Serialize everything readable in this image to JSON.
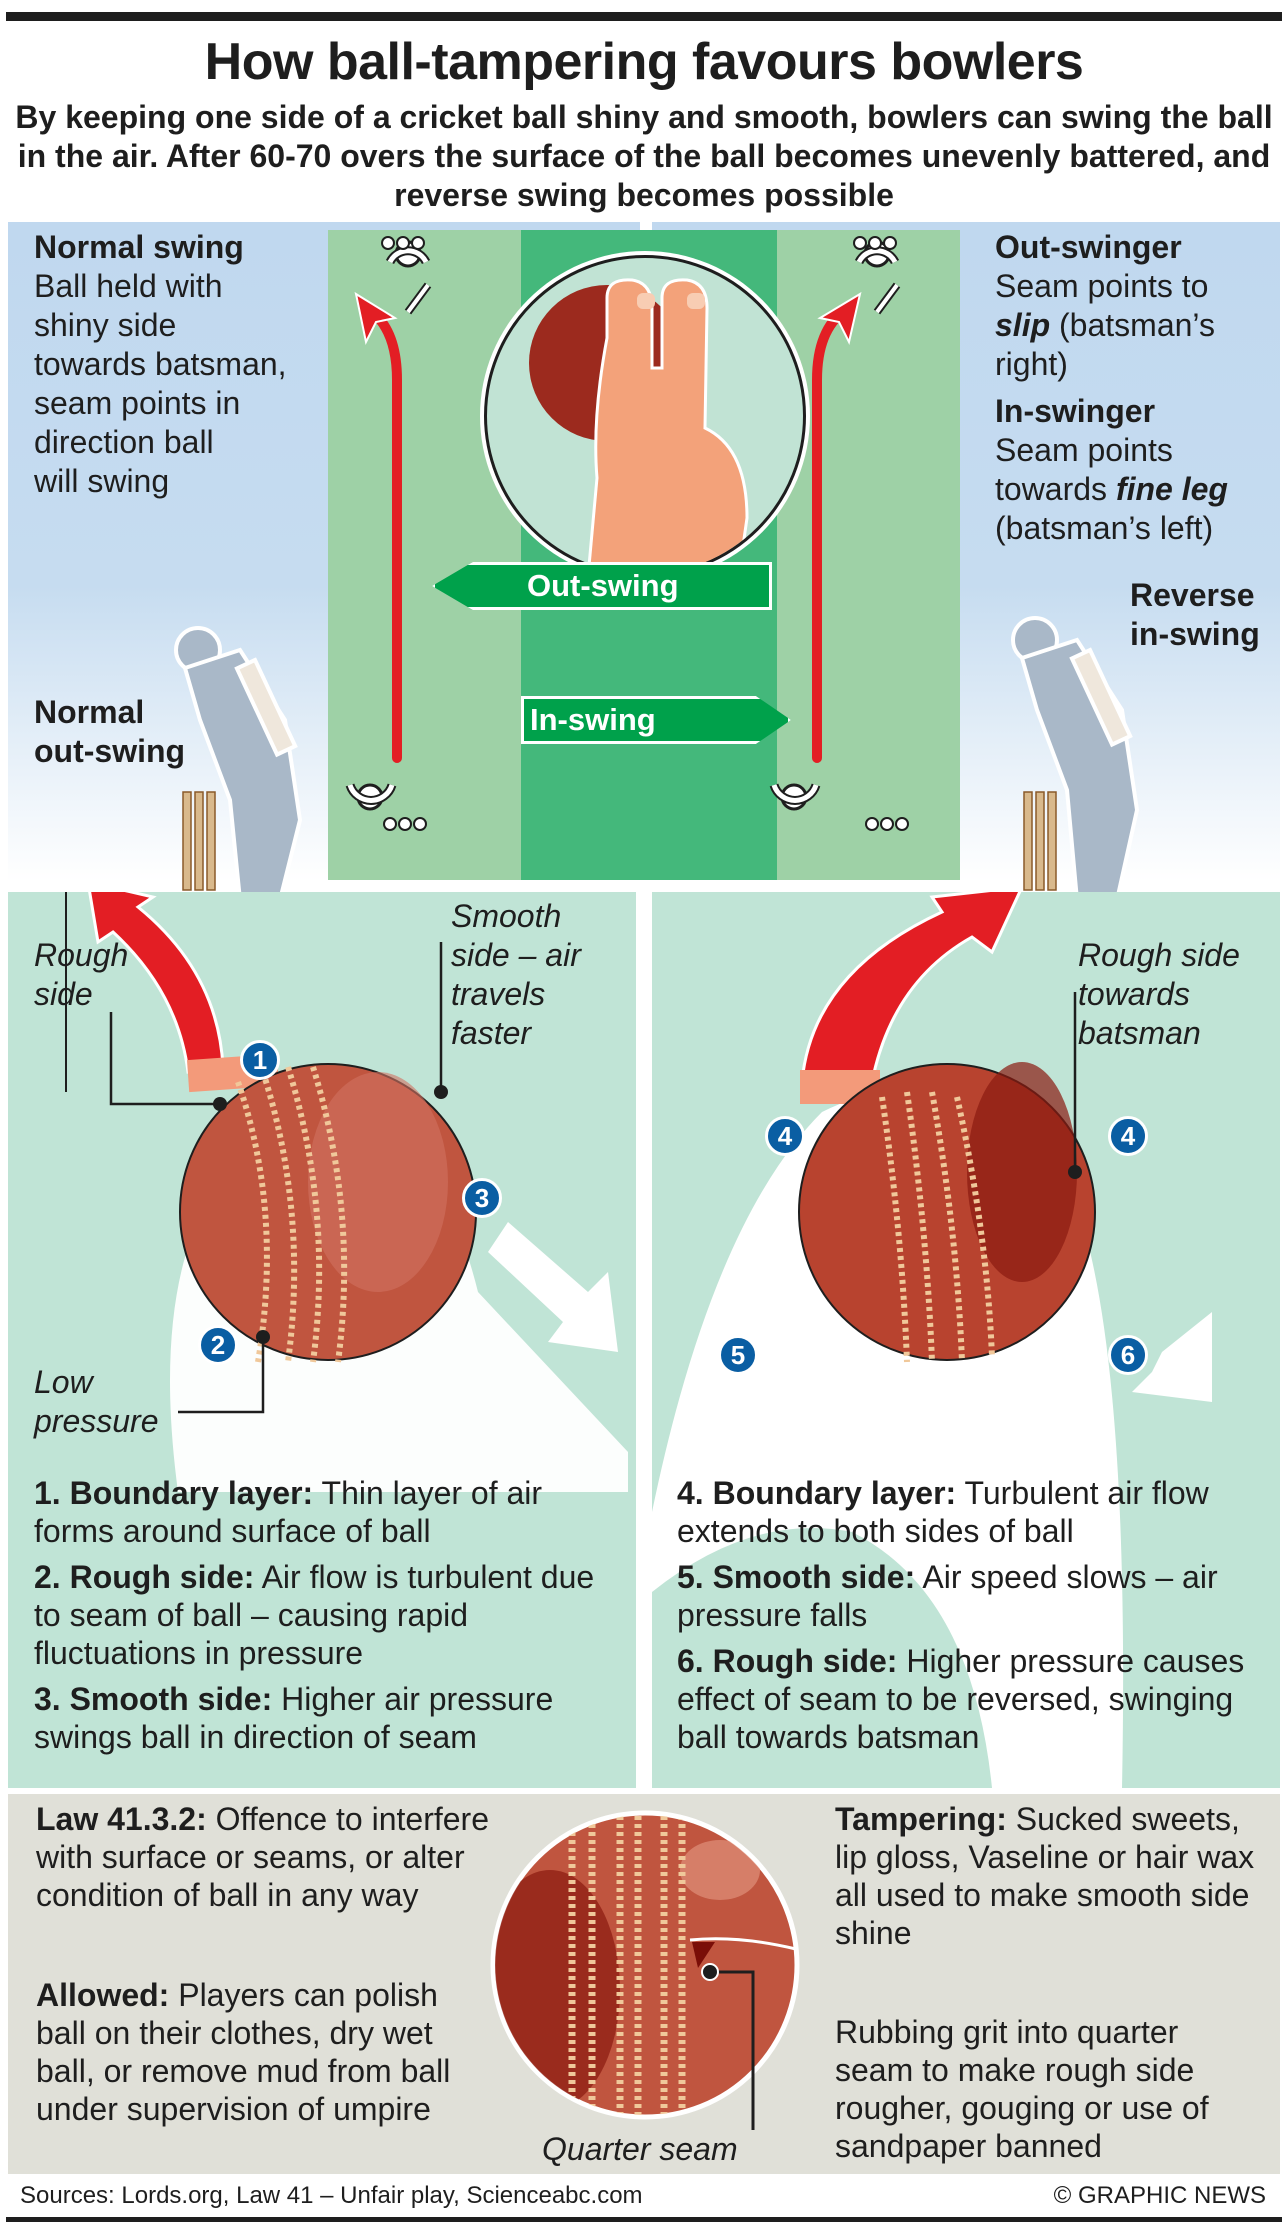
{
  "title": "How ball-tampering favours bowlers",
  "subtitle": "By keeping one side of a cricket ball shiny and smooth, bowlers can swing the ball in the air. After 60-70 overs the surface of the ball becomes unevenly battered, and reverse swing becomes possible",
  "top": {
    "normal_swing": {
      "heading": "Normal swing",
      "lines": [
        "Ball held with",
        "shiny side",
        "towards batsman,",
        "seam points in",
        "direction ball",
        "will swing"
      ]
    },
    "normal_outswing_label": [
      "Normal",
      "out-swing"
    ],
    "outswinger": {
      "heading": "Out-swinger",
      "line1": "Seam points to",
      "emph": "slip",
      "line2_rest": " (batsman’s",
      "line3": "right)"
    },
    "inswinger": {
      "heading": "In-swinger",
      "line1": "Seam points",
      "line2_pre": "towards ",
      "emph": "fine leg",
      "line3": "(batsman’s left)"
    },
    "reverse_inswing_label": [
      "Reverse",
      "in-swing"
    ],
    "outswing_arrow": "Out-swing",
    "inswing_arrow": "In-swing"
  },
  "middle_left": {
    "rough_side": [
      "Rough",
      "side"
    ],
    "smooth_side": [
      "Smooth",
      "side – air",
      "travels",
      "faster"
    ],
    "low_pressure": [
      "Low",
      "pressure"
    ],
    "badges": [
      "1",
      "2",
      "3"
    ],
    "items": [
      {
        "bold": "1. Boundary layer:",
        "text": " Thin layer of air forms around surface of ball"
      },
      {
        "bold": "2. Rough side:",
        "text": " Air flow is turbulent due to seam of ball – causing rapid fluctuations in pressure"
      },
      {
        "bold": "3. Smooth side:",
        "text": " Higher air pressure swings ball in direction of seam"
      }
    ]
  },
  "middle_right": {
    "rough_side_towards": [
      "Rough side",
      "towards",
      "batsman"
    ],
    "badges": [
      "4",
      "4",
      "5",
      "6"
    ],
    "items": [
      {
        "bold": "4. Boundary layer:",
        "text": " Turbulent air flow extends to both sides of ball"
      },
      {
        "bold": "5. Smooth side:",
        "text": " Air speed slows – air pressure falls"
      },
      {
        "bold": "6. Rough side:",
        "text": " Higher pressure causes effect of seam to be reversed, swinging ball towards batsman"
      }
    ]
  },
  "bottom": {
    "law": {
      "bold": "Law 41.3.2:",
      "text": " Offence to interfere with surface or seams, or alter condition of ball in any way"
    },
    "allowed": {
      "bold": "Allowed:",
      "text": " Players can polish ball on their clothes, dry wet ball, or remove mud from ball under supervision of umpire"
    },
    "quarter_seam": "Quarter seam",
    "tampering": {
      "bold": "Tampering:",
      "text": " Sucked sweets, lip gloss, Vaseline or hair wax all used to make smooth side shine"
    },
    "rubbing": "Rubbing grit into quarter seam to make rough side rougher, gouging or use of sandpaper banned"
  },
  "footer": {
    "sources": "Sources: Lords.org, Law 41 – Unfair play, Scienceabc.com",
    "copyright": "© GRAPHIC NEWS"
  },
  "colors": {
    "red_arrow": "#e31e24",
    "badge_blue": "#0a5ea3",
    "pitch_light": "#9ed1a6",
    "pitch_dark": "#44b87b",
    "label_green": "#00a14b",
    "panel_mint": "#c0e4d6",
    "panel_sky": "#c0d8ef",
    "panel_grey": "#e0e0d8",
    "ball_red": "#b8432f"
  }
}
